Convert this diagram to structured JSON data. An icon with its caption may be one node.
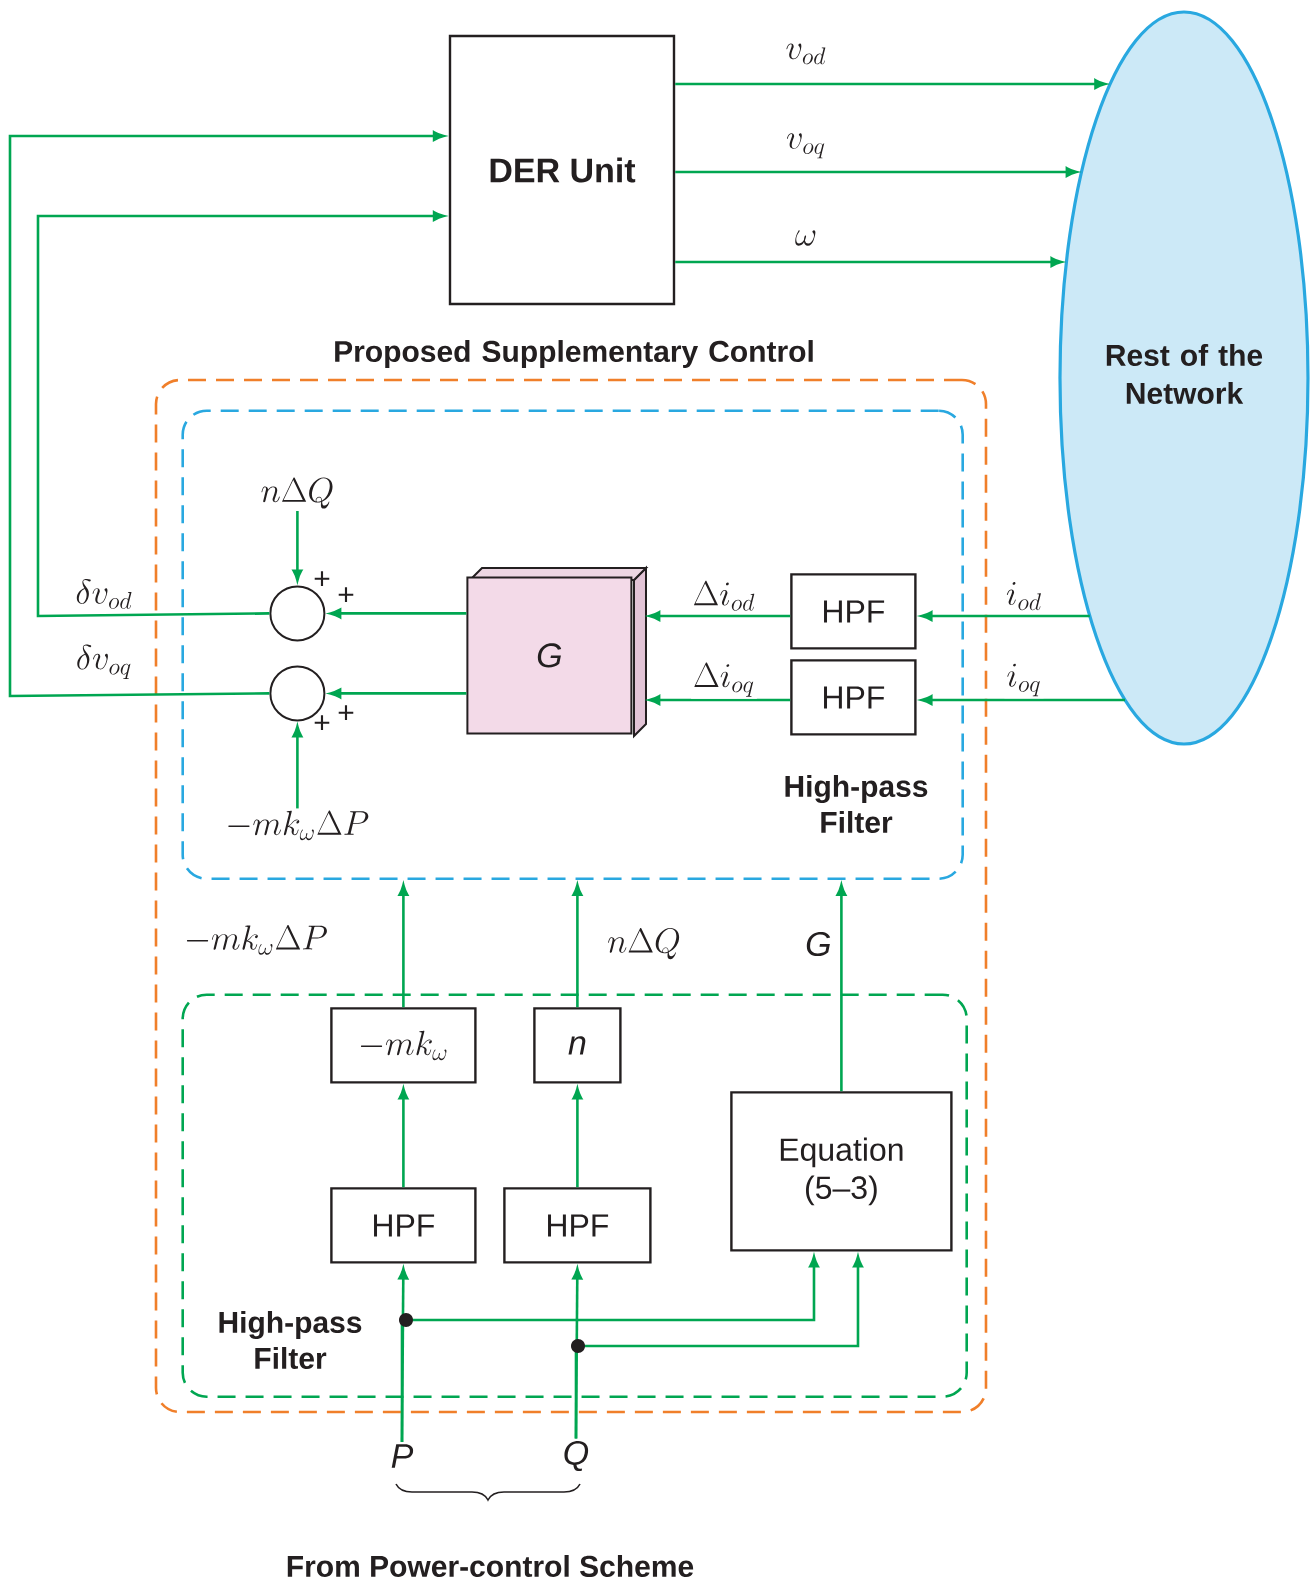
{
  "diagram": {
    "nodes": [
      {
        "text": [
          "DER Unit"
        ]
      },
      {
        "text": [
          "Rest of the Network"
        ]
      },
      {
        "text": [
          "Proposed Supplementary Control"
        ]
      },
      {
        "text": [
          "High-pass Filter"
        ],
        "in": 2
      },
      {
        "text": [
          "High-pass Filter"
        ],
        "in": 2
      },
      {
        "text": [],
        "shape": "circle",
        "in": 3
      },
      {
        "text": [],
        "shape": "circle",
        "in": 3
      },
      {
        "text": [
          "G"
        ],
        "in": 3
      },
      {
        "text": [
          "HPF"
        ],
        "in": 3
      },
      {
        "text": [
          "HPF"
        ],
        "in": 3
      },
      {
        "text": [
          "n\\Delta Q"
        ],
        "in": 3
      },
      {
        "text": [
          "-mk_{\\omega}\\Delta P"
        ],
        "in": 3
      },
      {
        "text": [
          "-mk_{\\omega}"
        ],
        "in": 4
      },
      {
        "text": [
          "n"
        ],
        "in": 4
      },
      {
        "text": [
          "HPF"
        ],
        "in": 4
      },
      {
        "text": [
          "HPF"
        ],
        "in": 4
      },
      {
        "text": [
          "Equation (5–3)"
        ],
        "in": 4
      },
      {
        "text": [
          "P"
        ]
      },
      {
        "text": [
          "Q"
        ]
      }
    ],
    "edges": [
      {
        "from": 0,
        "to": 1,
        "arrow": "to",
        "label": "v_{od}"
      },
      {
        "from": 0,
        "to": 1,
        "arrow": "to",
        "label": "v_{oq}"
      },
      {
        "from": 0,
        "to": 1,
        "arrow": "to",
        "label": "\\omega"
      },
      {
        "from": 1,
        "to": 8,
        "arrow": "to",
        "label": "i_{od}"
      },
      {
        "from": 1,
        "to": 9,
        "arrow": "to",
        "label": "i_{oq}"
      },
      {
        "from": 8,
        "to": 7,
        "arrow": "to",
        "label": "\\Delta i_{od}"
      },
      {
        "from": 9,
        "to": 7,
        "arrow": "to",
        "label": "\\Delta i_{oq}"
      },
      {
        "from": 7,
        "to": 5,
        "arrow": "to"
      },
      {
        "from": 7,
        "to": 6,
        "arrow": "to"
      },
      {
        "from": 5,
        "to": 0,
        "arrow": "to",
        "label": "\\delta v_{od}"
      },
      {
        "from": 6,
        "to": 0,
        "arrow": "to",
        "label": "\\delta v_{oq}"
      },
      {
        "from": 10,
        "to": 5,
        "arrow": "to"
      },
      {
        "from": 11,
        "to": 6,
        "arrow": "to"
      },
      {
        "from": 12,
        "to": 3,
        "arrow": "to",
        "label": "-mk_{\\omega}\\Delta P"
      },
      {
        "from": 13,
        "to": 3,
        "arrow": "to",
        "label": "n\\Delta Q"
      },
      {
        "from": 16,
        "to": 3,
        "arrow": "to",
        "label": "G"
      },
      {
        "from": 14,
        "to": 12,
        "arrow": "to"
      },
      {
        "from": 15,
        "to": 13,
        "arrow": "to"
      },
      {
        "from": 17,
        "to": 14,
        "arrow": "to"
      },
      {
        "from": 17,
        "to": 16,
        "arrow": "to"
      },
      {
        "from": 18,
        "to": 15,
        "arrow": "to"
      },
      {
        "from": 18,
        "to": 16,
        "arrow": "to"
      }
    ],
    "labels": [
      "+",
      "+",
      "+",
      "+",
      "From Power-control Scheme"
    ]
  }
}
